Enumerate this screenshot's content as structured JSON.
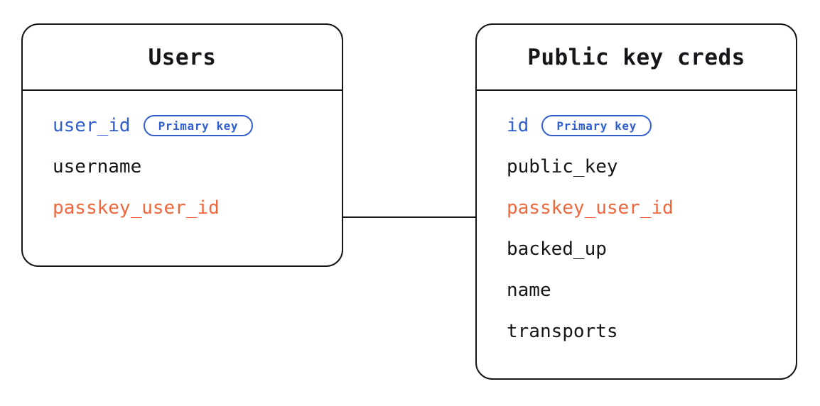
{
  "diagram": {
    "type": "entity-relationship-diagram",
    "background_color": "#ffffff",
    "palette": {
      "border": "#15161a",
      "text": "#15161a",
      "primary_key": "#2f5ed0",
      "foreign_key": "#f0673c"
    },
    "entities": [
      {
        "id": "users",
        "title": "Users",
        "fields": [
          {
            "name": "user_id",
            "role": "primary_key",
            "badge": "Primary key"
          },
          {
            "name": "username",
            "role": "plain",
            "badge": null
          },
          {
            "name": "passkey_user_id",
            "role": "foreign_key",
            "badge": null
          }
        ]
      },
      {
        "id": "public-key-creds",
        "title": "Public key creds",
        "fields": [
          {
            "name": "id",
            "role": "primary_key",
            "badge": "Primary key"
          },
          {
            "name": "public_key",
            "role": "plain",
            "badge": null
          },
          {
            "name": "passkey_user_id",
            "role": "foreign_key",
            "badge": null
          },
          {
            "name": "backed_up",
            "role": "plain",
            "badge": null
          },
          {
            "name": "name",
            "role": "plain",
            "badge": null
          },
          {
            "name": "transports",
            "role": "plain",
            "badge": null
          }
        ]
      }
    ],
    "relationships": [
      {
        "from_entity": "users",
        "from_field": "passkey_user_id",
        "to_entity": "public-key-creds",
        "to_field": "passkey_user_id",
        "style": "solid-line"
      }
    ]
  }
}
